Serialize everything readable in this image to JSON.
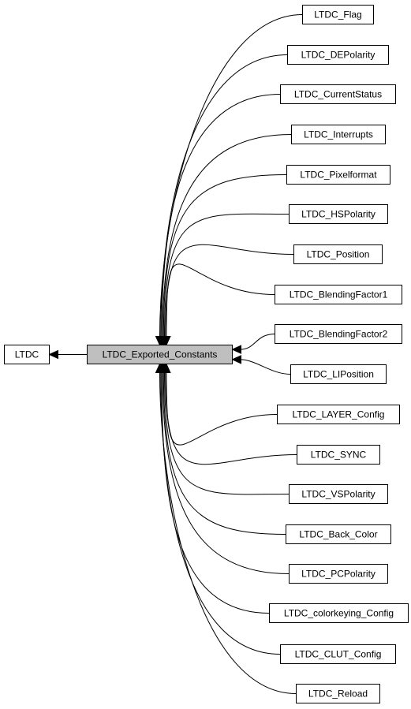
{
  "diagram": {
    "center": {
      "id": "current",
      "label": "LTDC_Exported_Constants",
      "color": "#bfbfbf"
    },
    "parent": {
      "id": "parent",
      "label": "LTDC"
    },
    "children": [
      {
        "id": "c0",
        "label": "LTDC_Flag"
      },
      {
        "id": "c1",
        "label": "LTDC_DEPolarity"
      },
      {
        "id": "c2",
        "label": "LTDC_CurrentStatus"
      },
      {
        "id": "c3",
        "label": "LTDC_Interrupts"
      },
      {
        "id": "c4",
        "label": "LTDC_Pixelformat"
      },
      {
        "id": "c5",
        "label": "LTDC_HSPolarity"
      },
      {
        "id": "c6",
        "label": "LTDC_Position"
      },
      {
        "id": "c7",
        "label": "LTDC_BlendingFactor1"
      },
      {
        "id": "c8",
        "label": "LTDC_BlendingFactor2"
      },
      {
        "id": "c9",
        "label": "LTDC_LIPosition"
      },
      {
        "id": "c10",
        "label": "LTDC_LAYER_Config"
      },
      {
        "id": "c11",
        "label": "LTDC_SYNC"
      },
      {
        "id": "c12",
        "label": "LTDC_VSPolarity"
      },
      {
        "id": "c13",
        "label": "LTDC_Back_Color"
      },
      {
        "id": "c14",
        "label": "LTDC_PCPolarity"
      },
      {
        "id": "c15",
        "label": "LTDC_colorkeying_Config"
      },
      {
        "id": "c16",
        "label": "LTDC_CLUT_Config"
      },
      {
        "id": "c17",
        "label": "LTDC_Reload"
      }
    ]
  }
}
